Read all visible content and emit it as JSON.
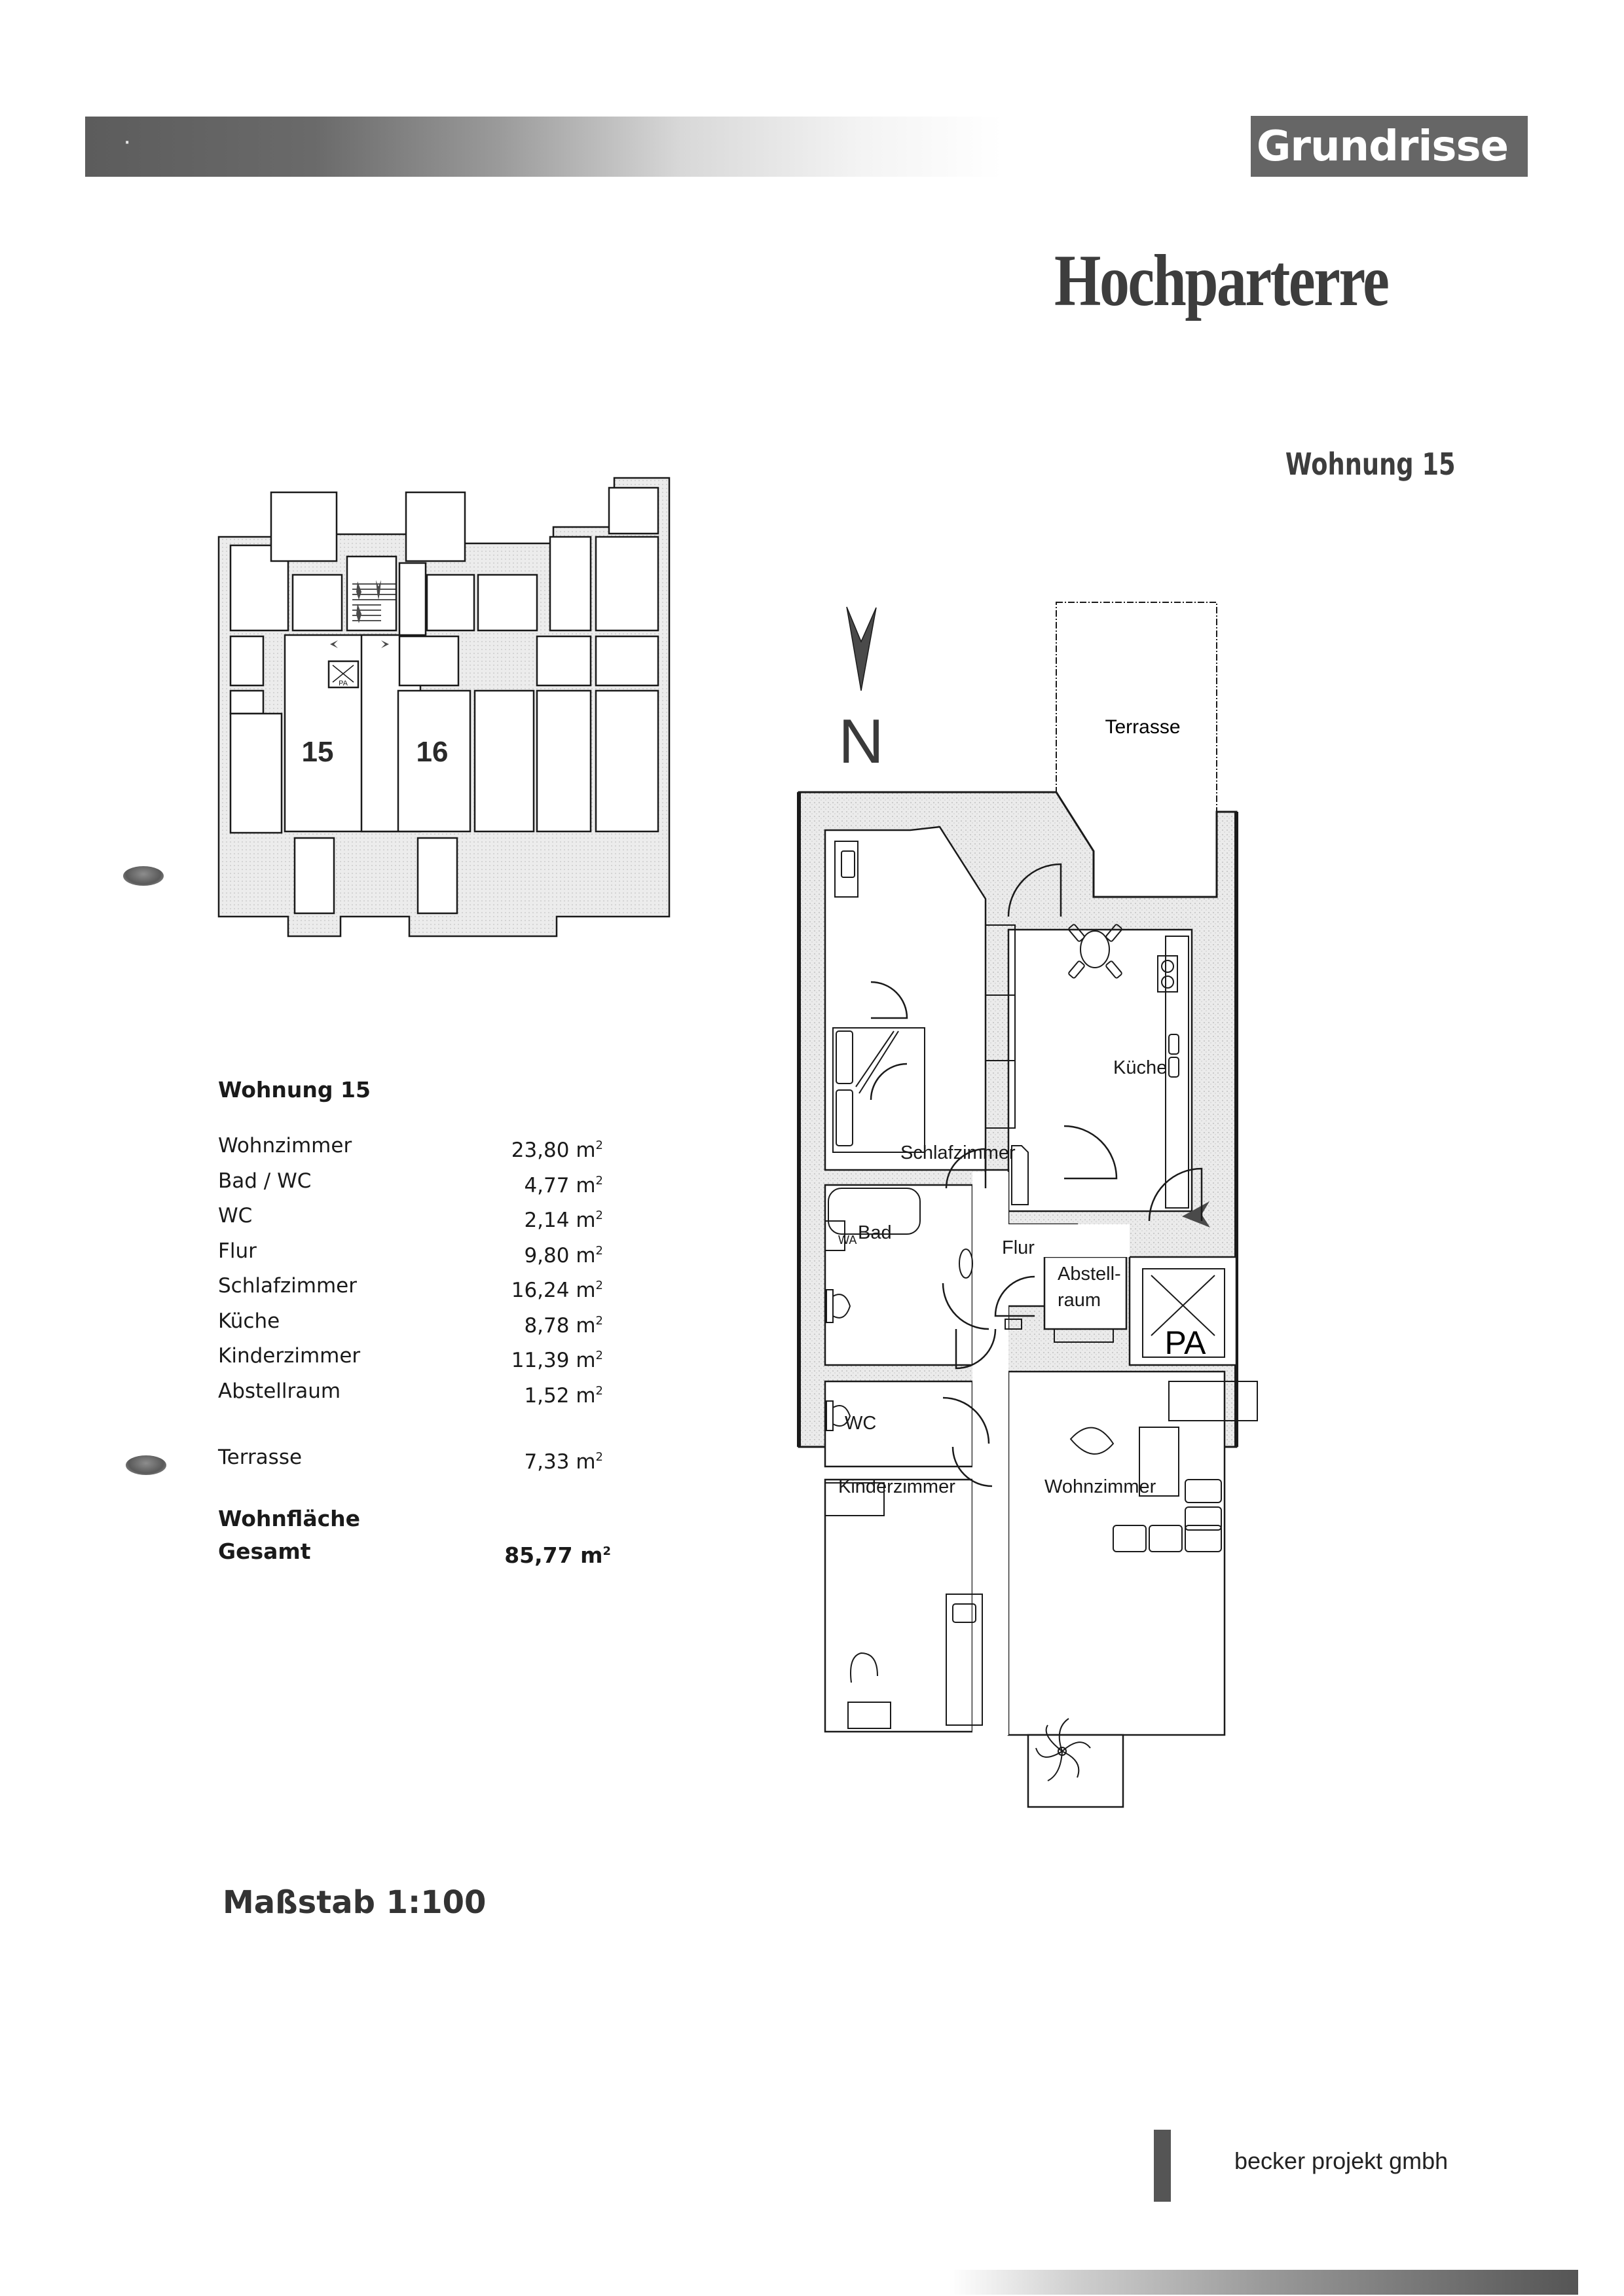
{
  "header": {
    "section_label": "Grundrisse",
    "page_title": "Hochparterre",
    "unit_heading": "Wohnung 15"
  },
  "overview_plan": {
    "unit_labels": [
      "15",
      "16"
    ],
    "elevator_label": "PA"
  },
  "floor_plan": {
    "north_label": "N",
    "elevator_label": "PA",
    "rooms": {
      "terrasse": "Terrasse",
      "schlafzimmer": "Schlafzimmer",
      "kueche": "Küche",
      "bad": "Bad",
      "wa": "WA",
      "flur": "Flur",
      "abstellraum_1": "Abstell-",
      "abstellraum_2": "raum",
      "wc": "WC",
      "kinderzimmer": "Kinderzimmer",
      "wohnzimmer": "Wohnzimmer"
    },
    "entrance_marker": "entrance-arrow"
  },
  "area_table": {
    "title": "Wohnung 15",
    "rows": [
      {
        "room": "Wohnzimmer",
        "area": "23,80",
        "unit": "m",
        "exp": "2"
      },
      {
        "room": "Bad / WC",
        "area": "4,77",
        "unit": "m",
        "exp": "2"
      },
      {
        "room": "WC",
        "area": "2,14",
        "unit": "m",
        "exp": "2"
      },
      {
        "room": "Flur",
        "area": "9,80",
        "unit": "m",
        "exp": "2"
      },
      {
        "room": "Schlafzimmer",
        "area": "16,24",
        "unit": "m",
        "exp": "2"
      },
      {
        "room": "Küche",
        "area": "8,78",
        "unit": "m",
        "exp": "2"
      },
      {
        "room": "Kinderzimmer",
        "area": "11,39",
        "unit": "m",
        "exp": "2"
      },
      {
        "room": "Abstellraum",
        "area": "1,52",
        "unit": "m",
        "exp": "2"
      }
    ],
    "terrace": {
      "room": "Terrasse",
      "area": "7,33",
      "unit": "m",
      "exp": "2"
    },
    "total_label_1": "Wohnfläche",
    "total_label_2": "Gesamt",
    "total_area": "85,77",
    "total_unit": "m",
    "total_exp": "2"
  },
  "scale": "Maßstab 1:100",
  "footer": {
    "company": "becker projekt gmbh"
  },
  "colors": {
    "header_tab": "#666666",
    "title": "#3d3d3d",
    "wall_hatch": "#e6e6e6",
    "line": "#1a1a1a"
  }
}
